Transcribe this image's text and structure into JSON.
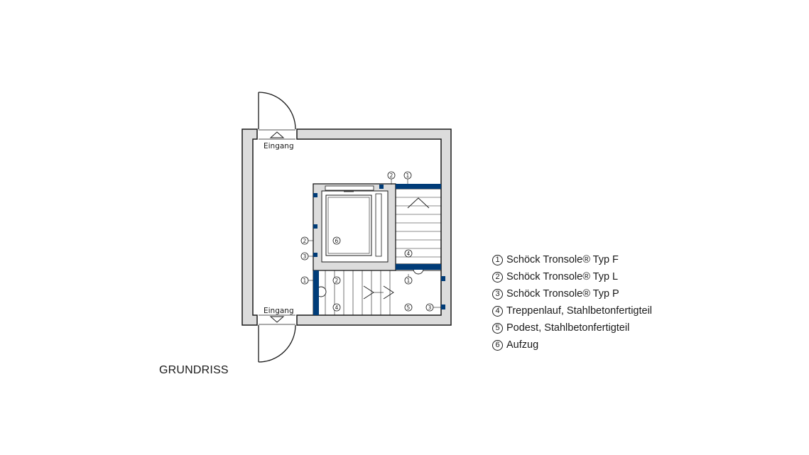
{
  "plan": {
    "entrance_top": "Eingang",
    "entrance_bottom": "Eingang",
    "markers": {
      "m_top_2": "2",
      "m_top_1": "1",
      "m_left_2": "2",
      "m_left_3": "3",
      "m_elevator_6": "6",
      "m_flight_4": "4",
      "m_left_1": "1",
      "m_lower_2": "2",
      "m_landing_1": "1",
      "m_lower_4": "4",
      "m_landing_5": "5",
      "m_right_3": "3"
    }
  },
  "legend": [
    {
      "num": "1",
      "text": "Schöck Tronsole® Typ F"
    },
    {
      "num": "2",
      "text": "Schöck Tronsole® Typ L"
    },
    {
      "num": "3",
      "text": "Schöck Tronsole® Typ P"
    },
    {
      "num": "4",
      "text": "Treppenlauf, Stahlbetonfertigteil"
    },
    {
      "num": "5",
      "text": "Podest, Stahlbetonfertigteil"
    },
    {
      "num": "6",
      "text": "Aufzug"
    }
  ],
  "title": "GRUNDRISS",
  "colors": {
    "wall_fill": "#dcdcdc",
    "outline": "#1a1a1a",
    "accent_blue": "#003c78"
  }
}
